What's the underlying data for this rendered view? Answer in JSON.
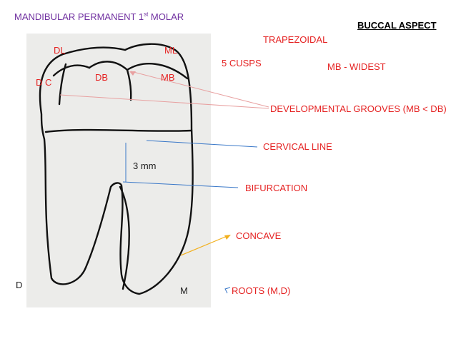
{
  "title": {
    "main": "MANDIBULAR PERMANENT 1",
    "superscript": "st",
    "suffix": " MOLAR"
  },
  "aspect": "BUCCAL ASPECT",
  "shape": "TRAPEZOIDAL",
  "cusps": "5 CUSPS",
  "widest": "MB - WIDEST",
  "cusp_labels": {
    "dl": "DL",
    "ml": "ML",
    "dc": "D C",
    "db": "DB",
    "mb": "MB"
  },
  "grooves": "DEVELOPMENTAL GROOVES (MB < DB)",
  "cervical": "CERVICAL LINE",
  "measurement": "3 mm",
  "bifurcation": "BIFURCATION",
  "concave": "CONCAVE",
  "roots": "ROOTS (M,D)",
  "side_d": "D",
  "side_m": "M",
  "colors": {
    "accent_red": "#e52222",
    "title_purple": "#7030a0",
    "line_blue": "#3a78c8",
    "line_pink": "#e8a0a0",
    "arrow_yellow": "#f2b01e"
  }
}
